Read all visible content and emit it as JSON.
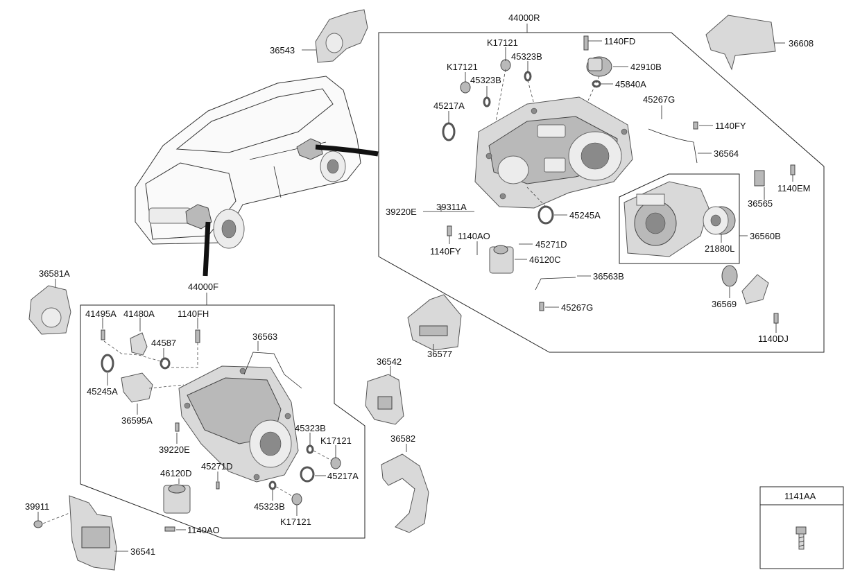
{
  "groups": {
    "rear_assembly": "44000R",
    "front_assembly": "44000F",
    "rear_motor_sub": "36560B",
    "bolt_box_title": "1141AA"
  },
  "labels": {
    "l36543": "36543",
    "l44000R": "44000R",
    "l36608": "36608",
    "lK17121a": "K17121",
    "l1140FDa": "1140FD",
    "l45323Ba": "45323B",
    "l42910B": "42910B",
    "lK17121b": "K17121",
    "l45323Bb": "45323B",
    "l45840A": "45840A",
    "l45217Aa": "45217A",
    "l45267Ga": "45267G",
    "l1140FYa": "1140FY",
    "l36564": "36564",
    "l36565": "36565",
    "l1140EM": "1140EM",
    "l39220Ea": "39220E",
    "l39311A": "39311A",
    "l45245Aa": "45245A",
    "l36560B": "36560B",
    "l21880L": "21880L",
    "l1140FYb": "1140FY",
    "l1140AOa": "1140AO",
    "l45271Da": "45271D",
    "l46120C": "46120C",
    "l36563B": "36563B",
    "l45267Gb": "45267G",
    "l36569": "36569",
    "l1140DJ": "1140DJ",
    "l36581A": "36581A",
    "l44000F": "44000F",
    "l41495A": "41495A",
    "l41480A": "41480A",
    "l1140FH": "1140FH",
    "l44587": "44587",
    "l36563": "36563",
    "l45245Ab": "45245A",
    "l36595A": "36595A",
    "l39220Eb": "39220E",
    "l45323Bc": "45323B",
    "lK17121c": "K17121",
    "l46120D": "46120D",
    "l45271Db": "45271D",
    "l45217Ab": "45217A",
    "l45323Bd": "45323B",
    "lK17121d": "K17121",
    "l1140AOb": "1140AO",
    "l36542": "36542",
    "l36577": "36577",
    "l36582": "36582",
    "l39911": "39911",
    "l36541": "36541"
  },
  "colors": {
    "line": "#222222",
    "part_fill": "#d9d9d9",
    "part_dark": "#b9b9b9",
    "background": "#ffffff"
  }
}
